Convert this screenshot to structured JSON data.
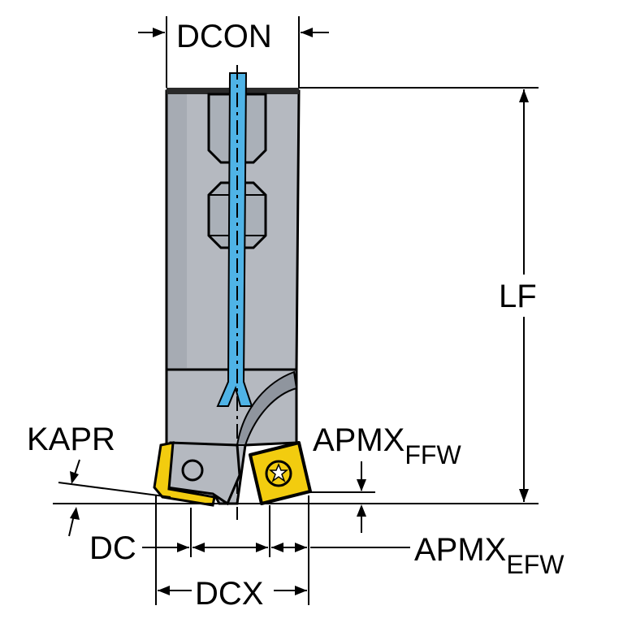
{
  "labels": {
    "dcon": "DCON",
    "lf": "LF",
    "kapr": "KAPR",
    "apmx_ffw_main": "APMX",
    "apmx_ffw_sub": "FFW",
    "dc": "DC",
    "apmx_efw_main": "APMX",
    "apmx_efw_sub": "EFW",
    "dcx": "DCX"
  },
  "colors": {
    "background": "#ffffff",
    "outline": "#000000",
    "tool_body": "#b5b9c0",
    "tool_shadow": "#9aa0a8",
    "coolant": "#4fb3e6",
    "insert": "#f2cc0f",
    "insert_dark": "#c9a30a"
  }
}
